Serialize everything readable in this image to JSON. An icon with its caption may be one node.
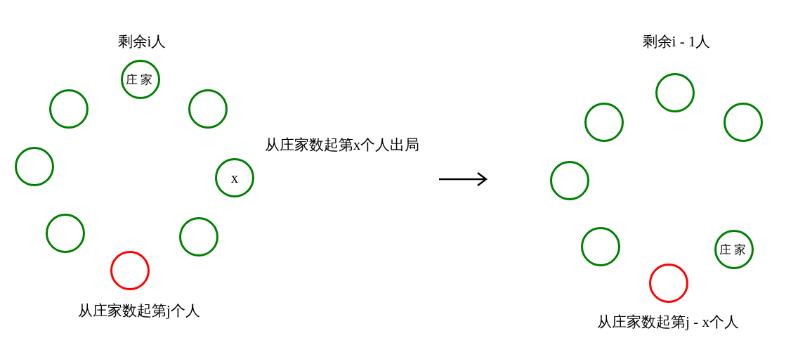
{
  "diagram": {
    "nodes": [
      {
        "text": [
          "庄家"
        ]
      },
      {
        "text": [],
        "shape": "circle"
      },
      {
        "text": [],
        "shape": "circle"
      },
      {
        "text": [],
        "shape": "circle"
      },
      {
        "text": [
          "x"
        ],
        "beside": [
          "从庄家数起第x个人出局"
        ]
      },
      {
        "text": [],
        "shape": "circle"
      },
      {
        "text": [],
        "shape": "circle"
      },
      {
        "text": [],
        "shape": "circle",
        "beside": [
          "从庄家数起第j个人"
        ]
      },
      {
        "text": [],
        "shape": "circle"
      },
      {
        "text": [],
        "shape": "circle"
      },
      {
        "text": [],
        "shape": "circle"
      },
      {
        "text": [],
        "shape": "circle"
      },
      {
        "text": [],
        "shape": "circle"
      },
      {
        "text": [
          "庄家"
        ]
      },
      {
        "text": [],
        "shape": "circle",
        "beside": [
          "从庄家数起第j - x个人"
        ]
      }
    ],
    "edges": [],
    "labels": [
      "剩余i人",
      "剩余i - 1人"
    ]
  }
}
